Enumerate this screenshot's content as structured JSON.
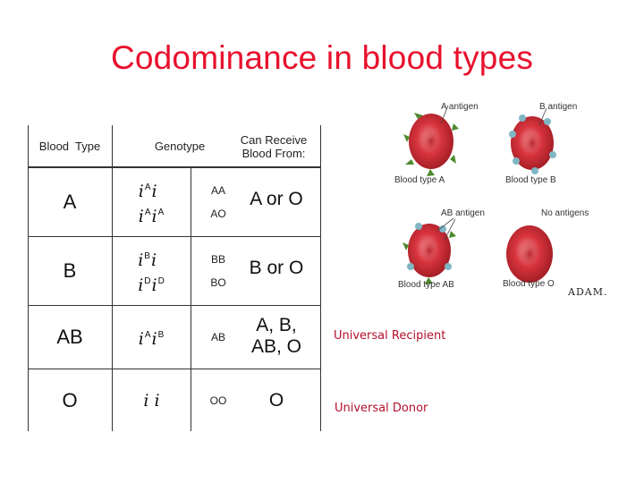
{
  "title": "Codominance in blood types",
  "table": {
    "headers": {
      "blood_type": "Blood  Type",
      "genotype": "Genotype",
      "can_receive": "Can Receive Blood From:"
    },
    "rows": [
      {
        "type": "A",
        "genotypes": [
          "AA",
          "AO"
        ],
        "receive": "A or O"
      },
      {
        "type": "B",
        "genotypes": [
          "BB",
          "BO"
        ],
        "receive": "B or O"
      },
      {
        "type": "AB",
        "genotypes": [
          "AB"
        ],
        "receive": "A, B, AB, O"
      },
      {
        "type": "O",
        "genotypes": [
          "OO"
        ],
        "receive": "O"
      }
    ]
  },
  "notes": {
    "recipient": "Universal Recipient",
    "donor": "Universal Donor"
  },
  "figure": {
    "labels": {
      "a_antigen": "A antigen",
      "b_antigen": "B antigen",
      "type_a": "Blood type A",
      "type_b": "Blood type B",
      "ab_antigen": "AB antigen",
      "no_antigens": "No antigens",
      "type_ab": "Blood type AB",
      "type_o": "Blood type O"
    },
    "logo": "ADAM.",
    "colors": {
      "cell": "#d8343e",
      "a_antigen": "#4d8a2f",
      "b_antigen": "#7fb6c4"
    }
  }
}
